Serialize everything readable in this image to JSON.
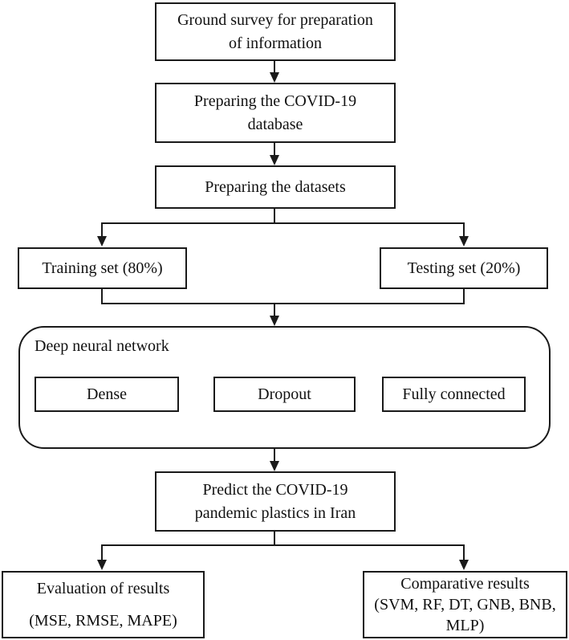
{
  "figure": {
    "type": "flowchart",
    "background_color": "#ffffff",
    "line_color": "#1a1a1a",
    "box_fill_color": "#ffffff"
  },
  "nodes": {
    "ground_survey": {
      "lines": [
        "Ground survey for preparation",
        "of information"
      ]
    },
    "database": {
      "lines": [
        "Preparing the COVID-19",
        "database"
      ]
    },
    "datasets": {
      "lines": [
        "Preparing the datasets"
      ]
    },
    "training": {
      "lines": [
        "Training set (80%)"
      ]
    },
    "testing": {
      "lines": [
        "Testing set (20%)"
      ]
    },
    "dnn": {
      "label": "Deep neural network",
      "children": [
        {
          "label": "Dense"
        },
        {
          "label": "Dropout"
        },
        {
          "label": "Fully connected"
        }
      ]
    },
    "predict": {
      "lines": [
        "Predict the COVID-19",
        "pandemic plastics in Iran"
      ]
    },
    "evaluation": {
      "lines": [
        "Evaluation of results",
        "(MSE, RMSE, MAPE)"
      ]
    },
    "comparative": {
      "lines": [
        "Comparative results",
        "(SVM, RF, DT, GNB, BNB,",
        "MLP)"
      ]
    }
  },
  "edges": [
    {
      "from": "ground_survey",
      "to": "database"
    },
    {
      "from": "database",
      "to": "datasets"
    },
    {
      "from": "datasets",
      "to": "training"
    },
    {
      "from": "datasets",
      "to": "testing"
    },
    {
      "from": "training",
      "to": "dnn"
    },
    {
      "from": "testing",
      "to": "dnn"
    },
    {
      "from": "dnn",
      "to": "predict"
    },
    {
      "from": "predict",
      "to": "evaluation"
    },
    {
      "from": "predict",
      "to": "comparative"
    }
  ]
}
